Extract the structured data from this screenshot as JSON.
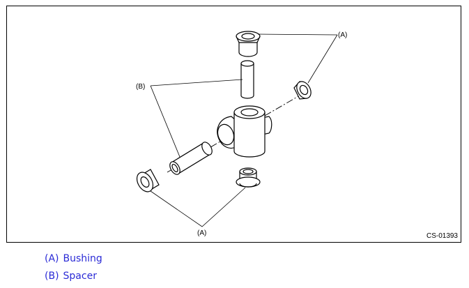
{
  "figure": {
    "callouts": {
      "a_top": "(A)",
      "a_bottom": "(A)",
      "b": "(B)"
    },
    "code": "CS-01393"
  },
  "legend": [
    {
      "key": "(A)",
      "label": "Bushing"
    },
    {
      "key": "(B)",
      "label": "Spacer"
    }
  ]
}
